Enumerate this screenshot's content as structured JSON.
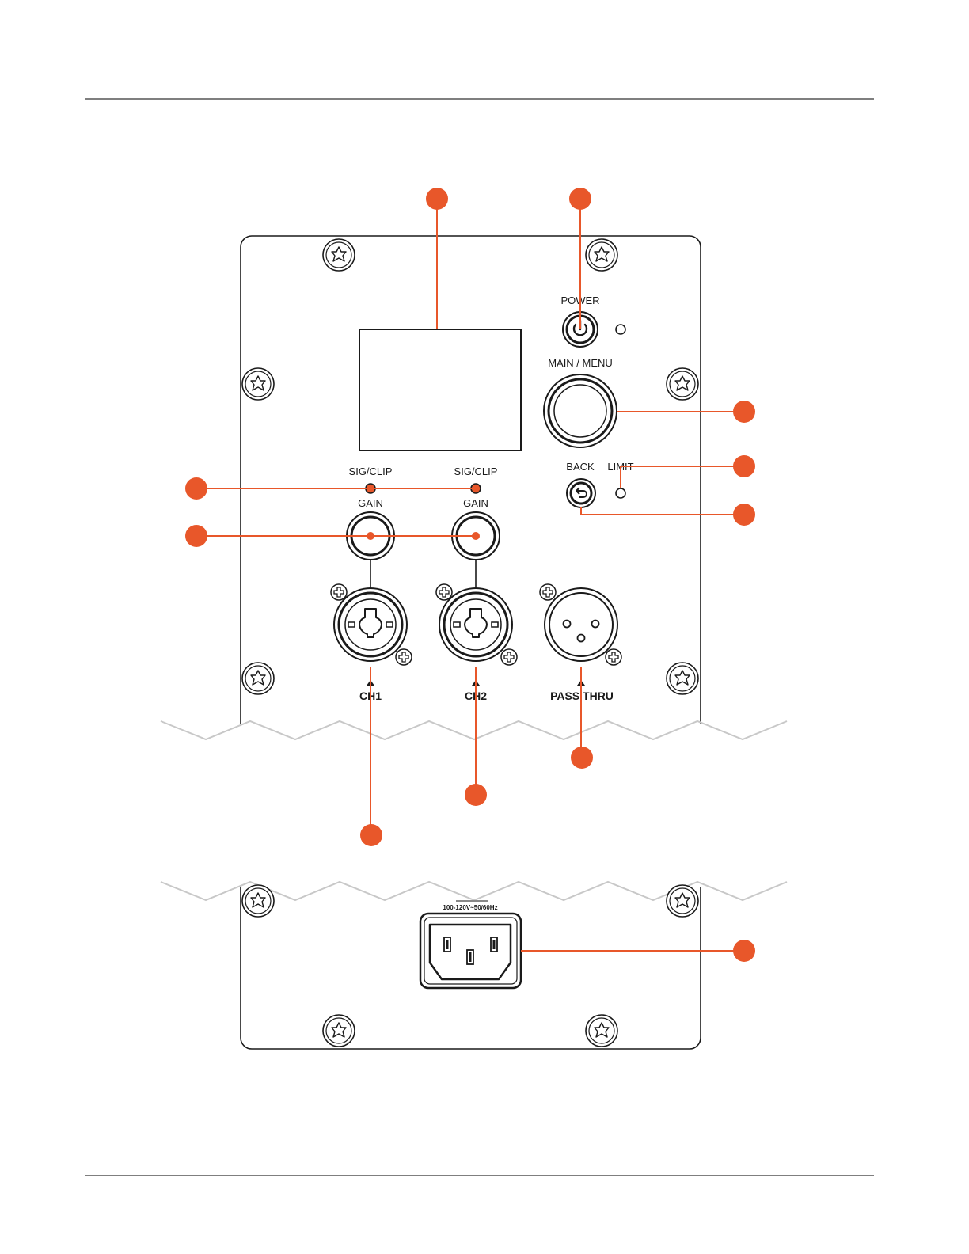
{
  "panel_labels": {
    "power": "POWER",
    "main_menu": "MAIN / MENU",
    "back": "BACK",
    "limit": "LIMIT",
    "sig_clip_1": "SIG/CLIP",
    "sig_clip_2": "SIG/CLIP",
    "gain_1": "GAIN",
    "gain_2": "GAIN",
    "ch1": "CH1",
    "ch2": "CH2",
    "pass_thru": "PASS THRU",
    "voltage": "100-120V~50/60Hz"
  },
  "colors": {
    "accent": "#e8572a",
    "line": "#1a1a1a",
    "break_line": "#c8c8c8",
    "rule": "#333333"
  },
  "icons": [
    "power-icon",
    "back-icon",
    "screw-icon"
  ]
}
